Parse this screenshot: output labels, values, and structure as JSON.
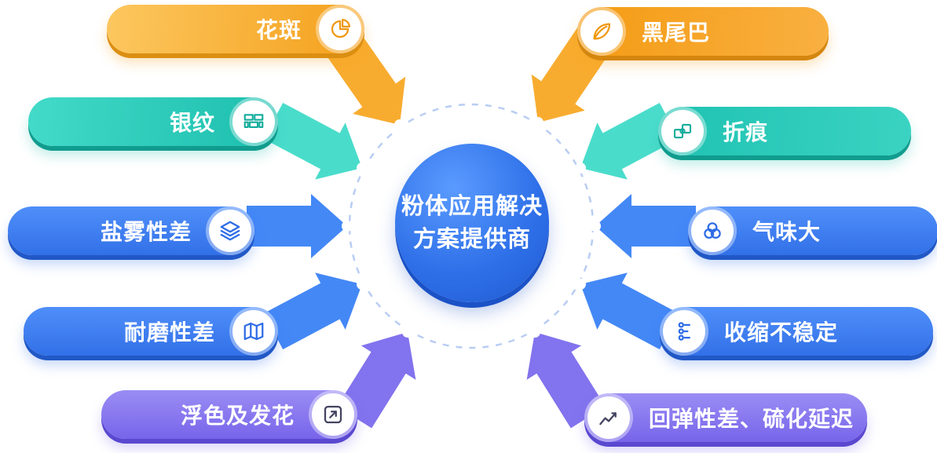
{
  "page": {
    "background": "#ffffff"
  },
  "center": {
    "line1": "粉体应用解决",
    "line2": "方案提供商",
    "color": "#2E6FE8"
  },
  "pills": [
    {
      "label": "花斑",
      "icon": "pie-chart-icon",
      "color": "#F5A423",
      "position": "top-left"
    },
    {
      "label": "黑尾巴",
      "icon": "leaf-icon",
      "color": "#F6A01E",
      "position": "top-right"
    },
    {
      "label": "银纹",
      "icon": "brick-wall-icon",
      "color": "#1CBEAE",
      "position": "upper-left"
    },
    {
      "label": "折痕",
      "icon": "puzzle-icon",
      "color": "#1CBEAE",
      "position": "upper-right"
    },
    {
      "label": "盐雾性差",
      "icon": "layers-icon",
      "color": "#3270E8",
      "position": "middle-left"
    },
    {
      "label": "气味大",
      "icon": "venn-circles-icon",
      "color": "#3270E8",
      "position": "middle-right"
    },
    {
      "label": "耐磨性差",
      "icon": "map-icon",
      "color": "#3270E8",
      "position": "lower-left"
    },
    {
      "label": "收缩不稳定",
      "icon": "branch-dots-icon",
      "color": "#3270E8",
      "position": "lower-right"
    },
    {
      "label": "浮色及发花",
      "icon": "arrow-up-right-icon",
      "color": "#7765EA",
      "position": "bottom-left"
    },
    {
      "label": "回弹性差、硫化延迟",
      "icon": "line-chart-icon",
      "color": "#7765EA",
      "position": "bottom-right"
    }
  ],
  "colors": {
    "orange": "#F5A423",
    "teal": "#1CBEAE",
    "blue": "#3270E8",
    "purple": "#7765EA",
    "center_blue": "#2E6FE8",
    "dashed_ring": "#B9CDF3"
  }
}
